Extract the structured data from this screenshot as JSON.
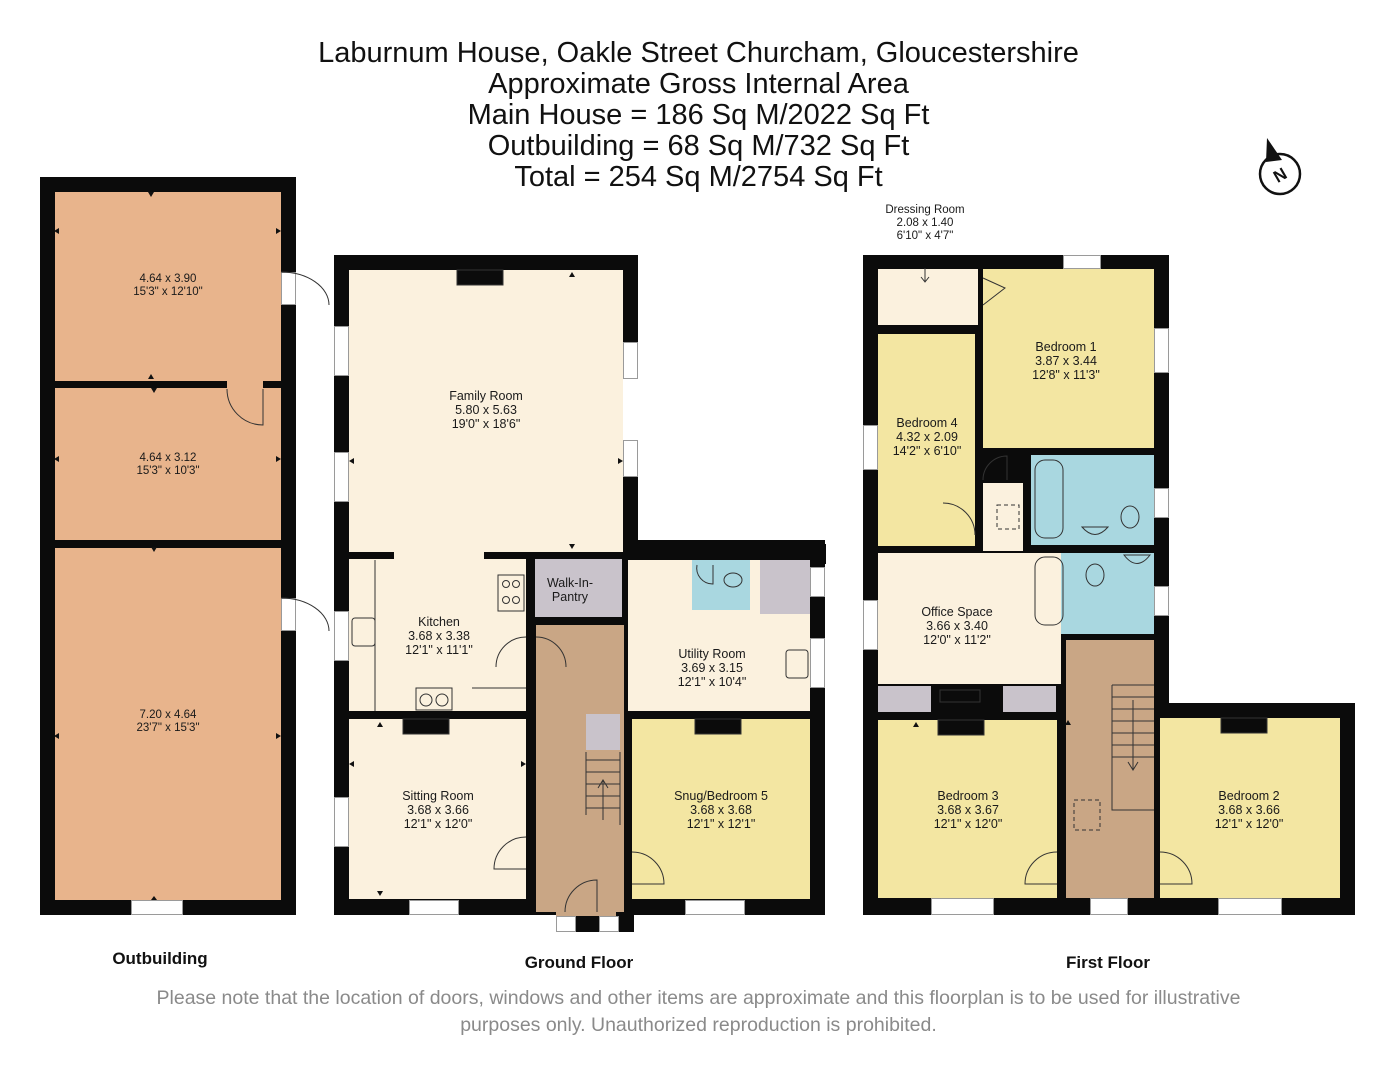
{
  "header": {
    "lines": [
      "Laburnum House, Oakle Street Churcham, Gloucestershire",
      "Approximate Gross Internal Area",
      "Main House = 186 Sq M/2022 Sq Ft",
      "Outbuilding = 68 Sq M/732 Sq Ft",
      "Total = 254 Sq M/2754 Sq Ft"
    ]
  },
  "compass": {
    "icon": "north-arrow-icon",
    "label": "N"
  },
  "colors": {
    "outbuilding": "#e8b48c",
    "living": "#fbf1de",
    "bedroom": "#f3e6a2",
    "hall": "#c9a685",
    "storage": "#c9c3cb",
    "bathroom": "#a9d7e0",
    "wall": "#0b0b0b",
    "disclaimer": "#8a8a8a"
  },
  "outbuilding": {
    "label": "Outbuilding",
    "rooms": [
      {
        "name": "",
        "metric": "4.64 x 3.90",
        "imperial": "15'3\" x 12'10\""
      },
      {
        "name": "",
        "metric": "4.64 x 3.12",
        "imperial": "15'3\" x 10'3\""
      },
      {
        "name": "",
        "metric": "7.20 x 4.64",
        "imperial": "23'7\" x 15'3\""
      }
    ]
  },
  "ground_floor": {
    "label": "Ground Floor",
    "rooms": {
      "family_room": {
        "name": "Family Room",
        "metric": "5.80 x 5.63",
        "imperial": "19'0\" x 18'6\""
      },
      "kitchen": {
        "name": "Kitchen",
        "metric": "3.68 x 3.38",
        "imperial": "12'1\" x 11'1\""
      },
      "pantry": {
        "name_line1": "Walk-In-",
        "name_line2": "Pantry"
      },
      "utility_room": {
        "name": "Utility Room",
        "metric": "3.69 x 3.15",
        "imperial": "12'1\" x 10'4\""
      },
      "sitting_room": {
        "name": "Sitting Room",
        "metric": "3.68 x 3.66",
        "imperial": "12'1\" x 12'0\""
      },
      "snug": {
        "name": "Snug/Bedroom 5",
        "metric": "3.68 x 3.68",
        "imperial": "12'1\" x 12'1\""
      }
    }
  },
  "first_floor": {
    "label": "First Floor",
    "rooms": {
      "dressing_room": {
        "name": "Dressing Room",
        "metric": "2.08 x 1.40",
        "imperial": "6'10\" x 4'7\""
      },
      "bedroom_1": {
        "name": "Bedroom 1",
        "metric": "3.87 x 3.44",
        "imperial": "12'8\" x 11'3\""
      },
      "bedroom_4": {
        "name": "Bedroom 4",
        "metric": "4.32 x 2.09",
        "imperial": "14'2\" x 6'10\""
      },
      "office": {
        "name": "Office Space",
        "metric": "3.66 x 3.40",
        "imperial": "12'0\" x 11'2\""
      },
      "bedroom_3": {
        "name": "Bedroom 3",
        "metric": "3.68 x 3.67",
        "imperial": "12'1\" x 12'0\""
      },
      "bedroom_2": {
        "name": "Bedroom 2",
        "metric": "3.68 x 3.66",
        "imperial": "12'1\" x 12'0\""
      }
    }
  },
  "disclaimer": {
    "line1": "Please note that the location of doors, windows and other items are approximate and this floorplan is to be used for illustrative",
    "line2": "purposes only. Unauthorized reproduction is prohibited."
  }
}
